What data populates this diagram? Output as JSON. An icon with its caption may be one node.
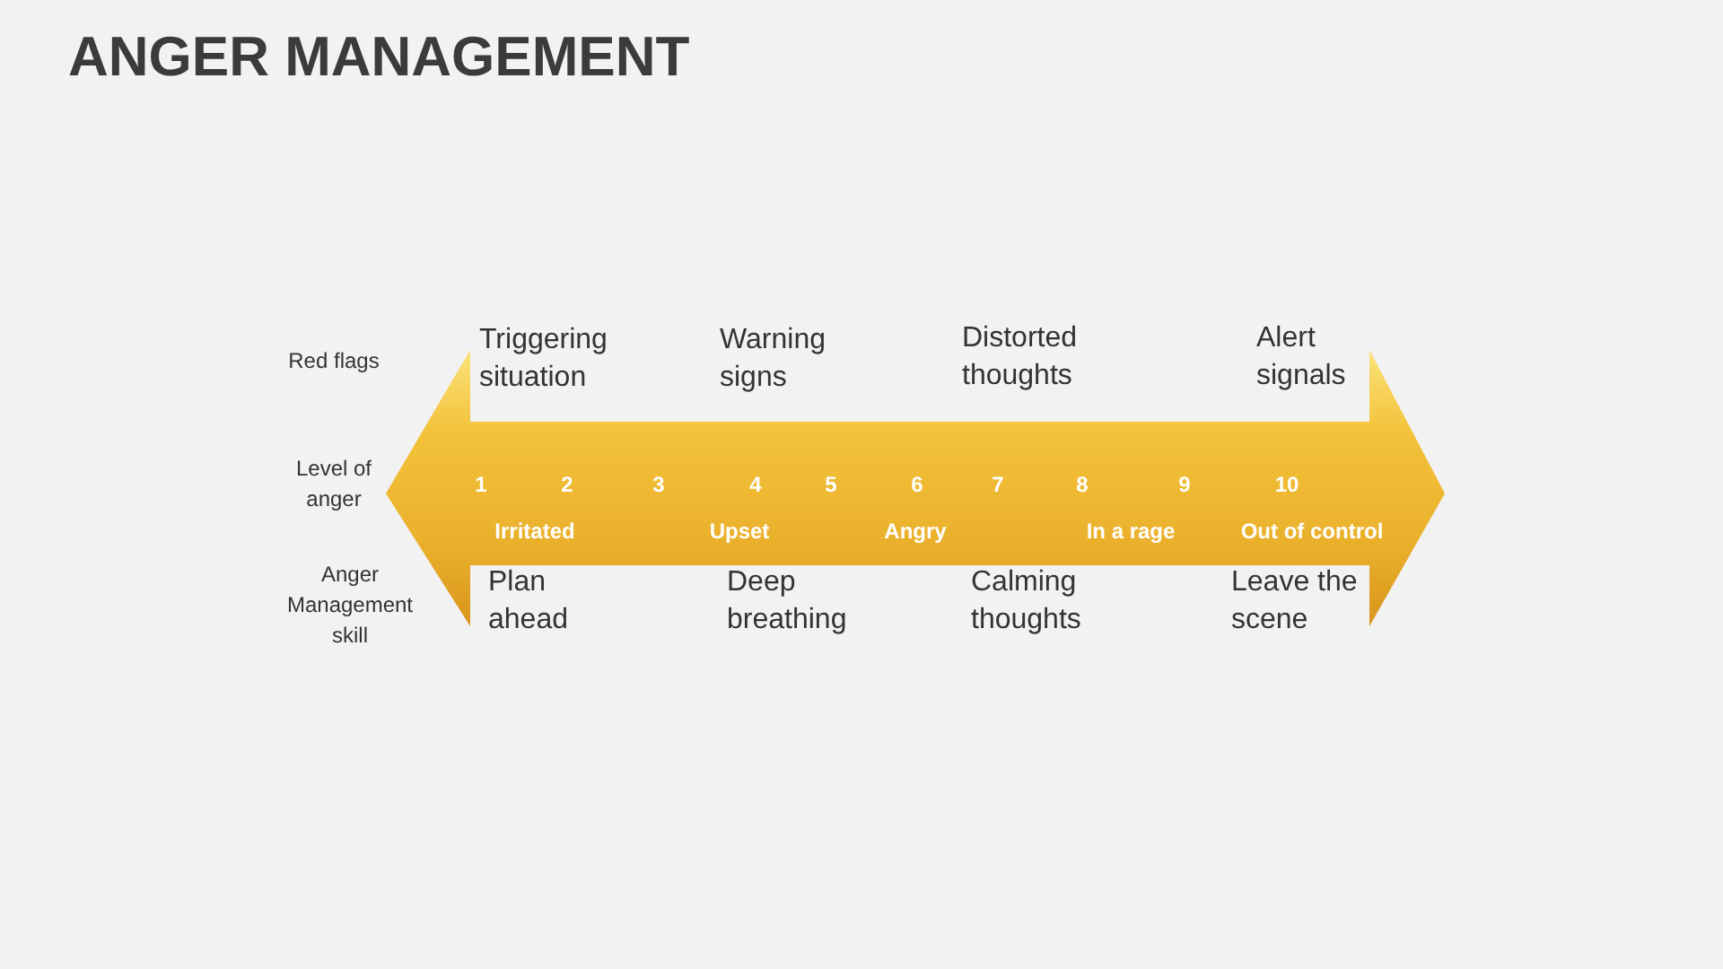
{
  "diagram": {
    "title": "ANGER MANAGEMENT",
    "nodes": [
      {
        "text": [
          "1",
          "2",
          "3",
          "4",
          "5",
          "6",
          "7",
          "8",
          "9",
          "10",
          "Irritated",
          "Upset",
          "Angry",
          "In a rage",
          "Out of control"
        ]
      }
    ],
    "edges": [],
    "labels": [
      "Red flags",
      "Triggering situation",
      "Warning signs",
      "Distorted thoughts",
      "Alert signals",
      "Level of anger",
      "Anger Management skill",
      "Plan ahead",
      "Deep breathing",
      "Calming thoughts",
      "Leave the scene"
    ]
  }
}
